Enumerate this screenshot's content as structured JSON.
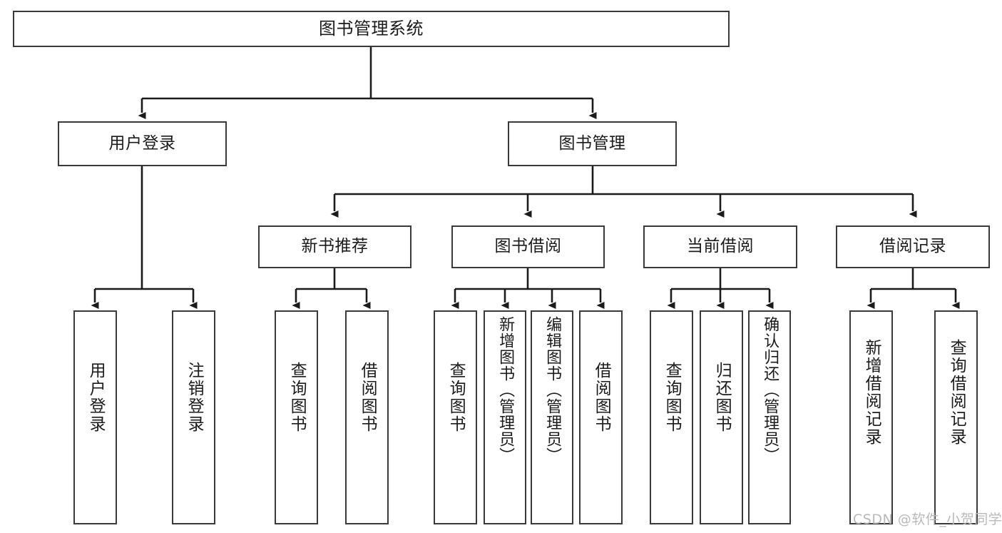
{
  "diagram": {
    "title": "图书管理系统",
    "type": "tree-hierarchy",
    "orientation": "top-down",
    "colors": {
      "node_border": "#3a3a3a",
      "node_fill": "#ffffff",
      "edge": "#1b1b1b",
      "text": "#1b1b1b",
      "watermark": "#b9b9b9",
      "background": "#ffffff"
    }
  },
  "watermark": {
    "text": "CSDN @软件_小贺同学"
  },
  "nodes": {
    "root": {
      "label": "图书管理系统"
    },
    "level2": [
      {
        "label": "用户登录"
      },
      {
        "label": "图书管理"
      }
    ],
    "level3": [
      {
        "label": "新书推荐"
      },
      {
        "label": "图书借阅"
      },
      {
        "label": "当前借阅"
      },
      {
        "label": "借阅记录"
      }
    ],
    "leaves": {
      "user_login": [
        {
          "label": "用户登录"
        },
        {
          "label": "注销登录"
        }
      ],
      "new_book_recommend": [
        {
          "label": "查询图书"
        },
        {
          "label": "借阅图书"
        }
      ],
      "book_borrow": [
        {
          "label": "查询图书"
        },
        {
          "label": "新增图书（管理员）"
        },
        {
          "label": "编辑图书（管理员）"
        },
        {
          "label": "借阅图书"
        }
      ],
      "current_borrow": [
        {
          "label": "查询图书"
        },
        {
          "label": "归还图书"
        },
        {
          "label": "确认归还（管理员）"
        }
      ],
      "borrow_record": [
        {
          "label": "新增借阅记录"
        },
        {
          "label": "查询借阅记录"
        }
      ]
    }
  }
}
